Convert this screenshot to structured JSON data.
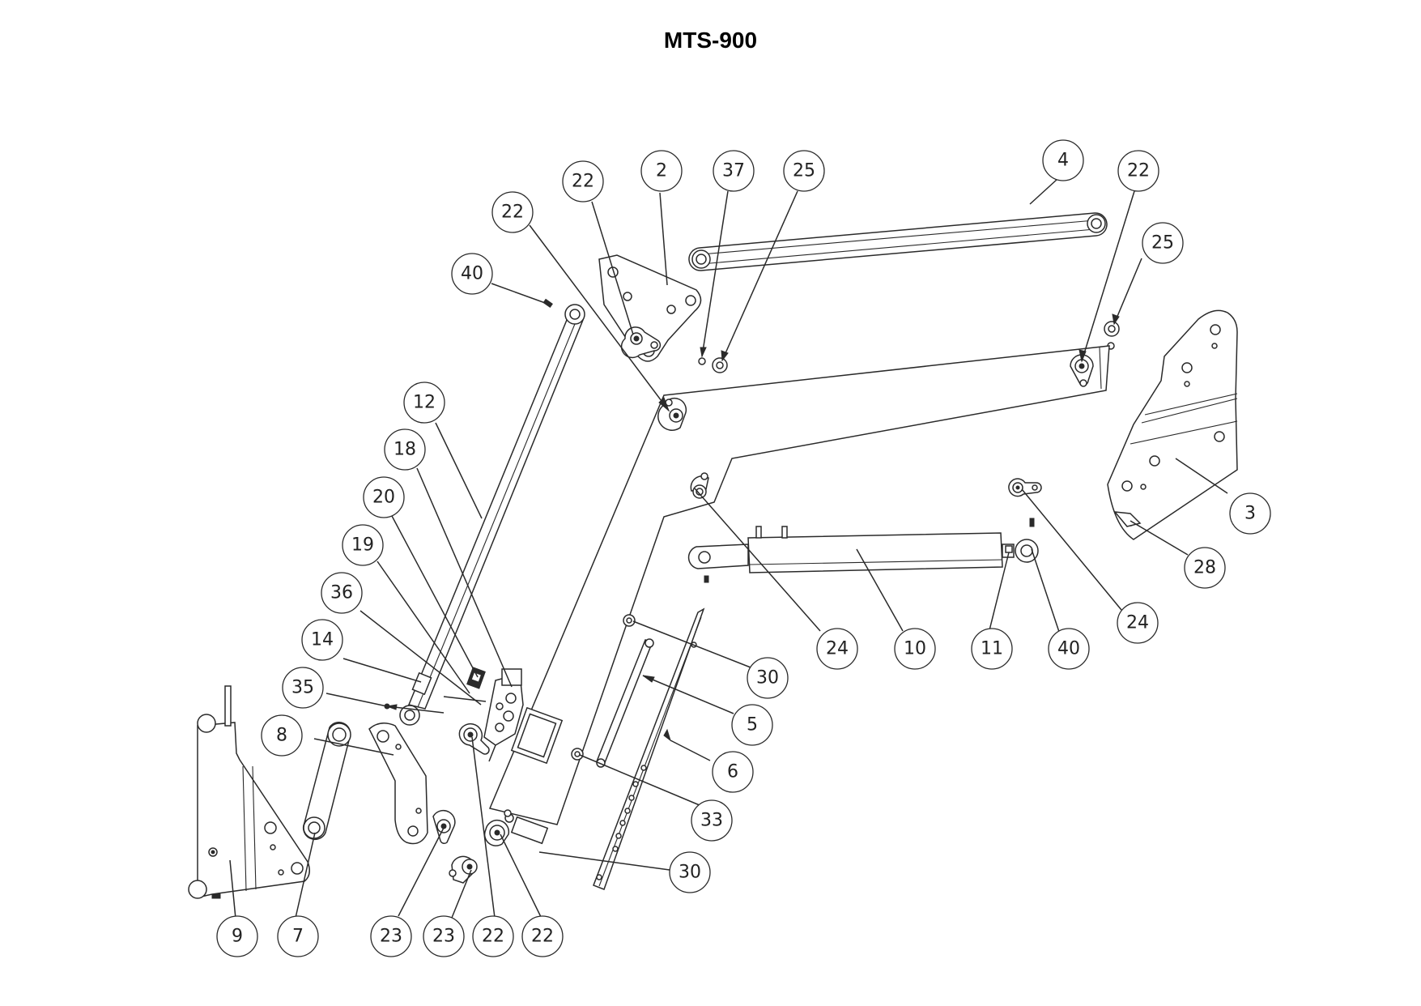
{
  "title": "MTS-900",
  "callouts": [
    {
      "id": "c22a",
      "label": "22"
    },
    {
      "id": "c2",
      "label": "2"
    },
    {
      "id": "c37",
      "label": "37"
    },
    {
      "id": "c25a",
      "label": "25"
    },
    {
      "id": "c4",
      "label": "4"
    },
    {
      "id": "c22b",
      "label": "22"
    },
    {
      "id": "c22c",
      "label": "22"
    },
    {
      "id": "c25b",
      "label": "25"
    },
    {
      "id": "c40a",
      "label": "40"
    },
    {
      "id": "c12",
      "label": "12"
    },
    {
      "id": "c18",
      "label": "18"
    },
    {
      "id": "c20",
      "label": "20"
    },
    {
      "id": "c19",
      "label": "19"
    },
    {
      "id": "c36",
      "label": "36"
    },
    {
      "id": "c14",
      "label": "14"
    },
    {
      "id": "c35",
      "label": "35"
    },
    {
      "id": "c8",
      "label": "8"
    },
    {
      "id": "c3",
      "label": "3"
    },
    {
      "id": "c28",
      "label": "28"
    },
    {
      "id": "c24a",
      "label": "24"
    },
    {
      "id": "c24b",
      "label": "24"
    },
    {
      "id": "c10",
      "label": "10"
    },
    {
      "id": "c11",
      "label": "11"
    },
    {
      "id": "c40b",
      "label": "40"
    },
    {
      "id": "c30a",
      "label": "30"
    },
    {
      "id": "c5",
      "label": "5"
    },
    {
      "id": "c6",
      "label": "6"
    },
    {
      "id": "c33",
      "label": "33"
    },
    {
      "id": "c30b",
      "label": "30"
    },
    {
      "id": "c9",
      "label": "9"
    },
    {
      "id": "c7",
      "label": "7"
    },
    {
      "id": "c23a",
      "label": "23"
    },
    {
      "id": "c23b",
      "label": "23"
    },
    {
      "id": "c22d",
      "label": "22"
    },
    {
      "id": "c22e",
      "label": "22"
    }
  ]
}
